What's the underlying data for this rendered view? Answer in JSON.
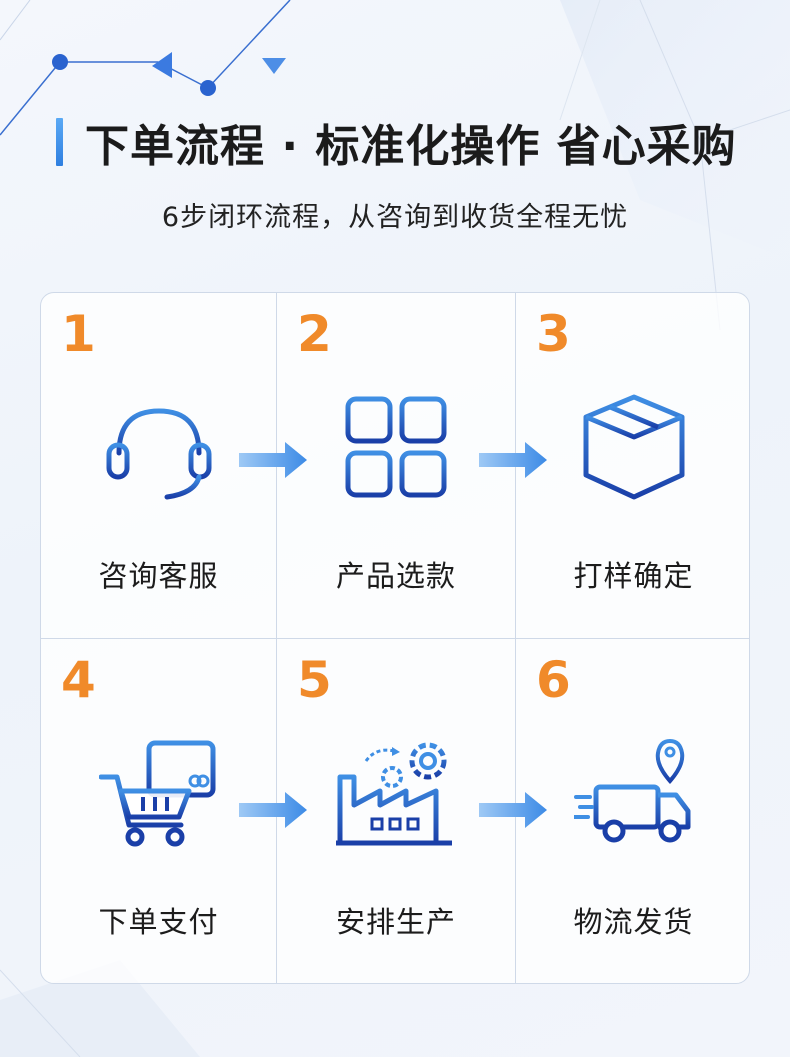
{
  "header": {
    "title": "下单流程 · 标准化操作 省心采购",
    "subtitle": "6步闭环流程，从咨询到收货全程无忧"
  },
  "steps": [
    {
      "number": "1",
      "label": "咨询客服",
      "icon": "headset-icon"
    },
    {
      "number": "2",
      "label": "产品选款",
      "icon": "grid-icon"
    },
    {
      "number": "3",
      "label": "打样确定",
      "icon": "box-icon"
    },
    {
      "number": "4",
      "label": "下单支付",
      "icon": "cart-card-icon"
    },
    {
      "number": "5",
      "label": "安排生产",
      "icon": "factory-icon"
    },
    {
      "number": "6",
      "label": "物流发货",
      "icon": "truck-icon"
    }
  ],
  "colors": {
    "accent_orange": "#f08a2a",
    "icon_blue_light": "#3f8fe4",
    "icon_blue_dark": "#1a3fa8",
    "title_bar_blue": "#3d8fe8"
  }
}
